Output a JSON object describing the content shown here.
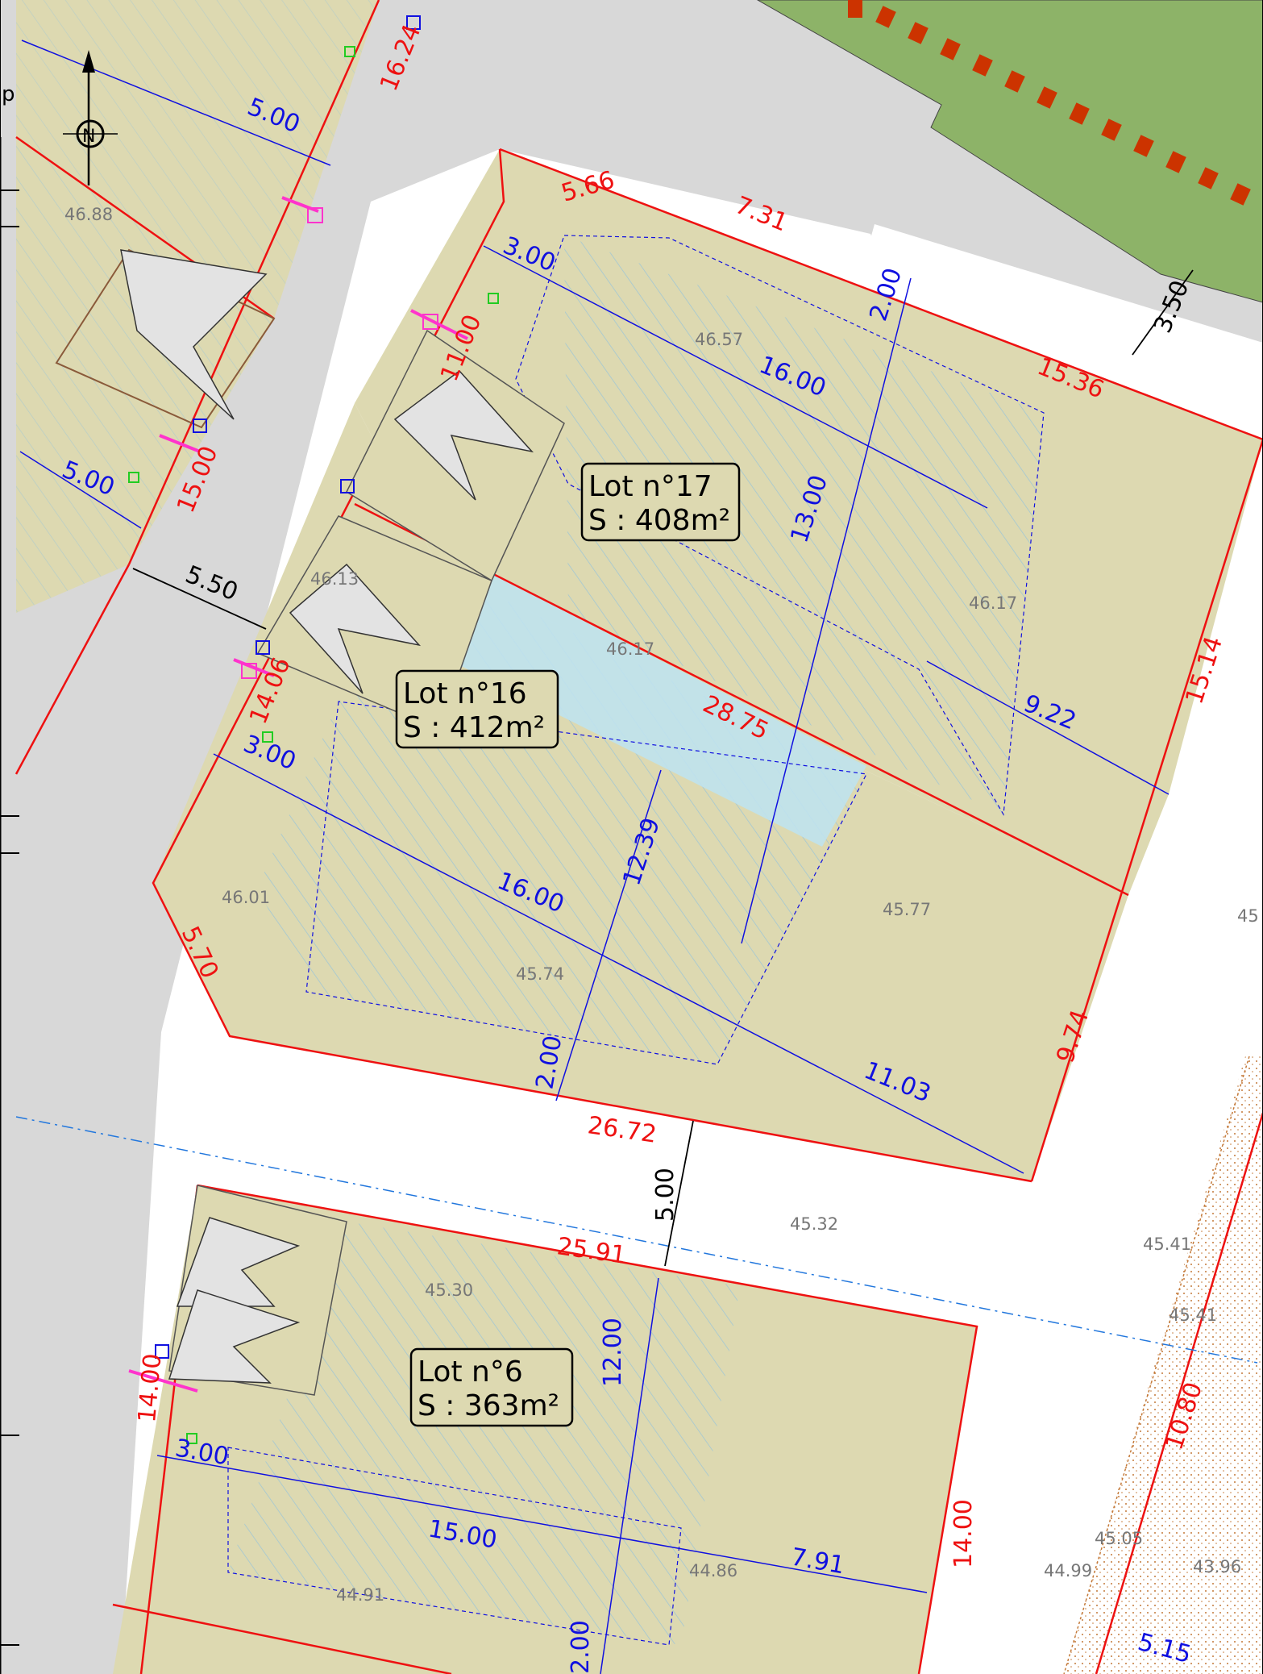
{
  "map": {
    "north_label": "N",
    "edge_letter": "p",
    "colors": {
      "lot_fill": "#ddd9b1",
      "road": "#d8d8d8",
      "green": "#8db368",
      "boundary": "#ee1111",
      "dim_blue": "#1010e0",
      "zone_blue": "#bfe2ee",
      "brown": "#c47a3a"
    },
    "lots": [
      {
        "id": "lot17",
        "label": "Lot n°17",
        "area": "S : 408m²"
      },
      {
        "id": "lot16",
        "label": "Lot n°16",
        "area": "S : 412m²"
      },
      {
        "id": "lot6",
        "label": "Lot n°6",
        "area": "S : 363m²"
      }
    ],
    "dims_red": [
      "16.24",
      "5.66",
      "7.31",
      "15.36",
      "11.00",
      "15.00",
      "14.06",
      "28.75",
      "15.14",
      "5.70",
      "9.74",
      "26.72",
      "25.91",
      "14.00",
      "14.00",
      "10.80"
    ],
    "dims_blue": [
      "5.00",
      "3.00",
      "2.00",
      "16.00",
      "13.00",
      "5.00",
      "9.22",
      "3.00",
      "16.00",
      "12.39",
      "2.00",
      "11.03",
      "3.00",
      "12.00",
      "15.00",
      "7.91",
      "2.00",
      "5.15"
    ],
    "dims_black": [
      "3.50",
      "5.50",
      "5.00"
    ],
    "elevations": [
      "46.88",
      "46.57",
      "46.17",
      "46.17",
      "46.13",
      "46.01",
      "45.74",
      "45.77",
      "45",
      "45.32",
      "45.41",
      "45.41",
      "45.30",
      "44.86",
      "44.91",
      "45.05",
      "44.99",
      "43.96"
    ]
  }
}
